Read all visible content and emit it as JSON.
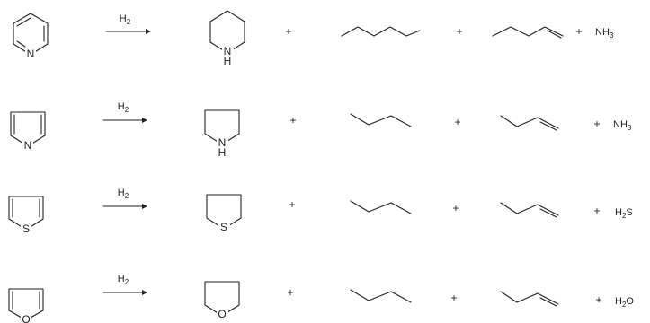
{
  "reactions": [
    {
      "reactant": "pyridine",
      "reactant_heteroatom": "N",
      "reagent": {
        "symbol": "H",
        "sub": "2"
      },
      "ring_product": "piperidine",
      "ring_product_heteroatom": "N",
      "ring_product_hydrogen": "H",
      "alkane": "pentane",
      "alkene": "1-pentene",
      "byproduct": {
        "main": "NH",
        "sub": "3",
        "tail": ""
      }
    },
    {
      "reactant": "pyrrole",
      "reactant_heteroatom": "N",
      "reagent": {
        "symbol": "H",
        "sub": "2"
      },
      "ring_product": "pyrrolidine",
      "ring_product_heteroatom": "N",
      "ring_product_hydrogen": "H",
      "alkane": "butane",
      "alkene": "1-butene",
      "byproduct": {
        "main": "NH",
        "sub": "3",
        "tail": ""
      }
    },
    {
      "reactant": "thiophene",
      "reactant_heteroatom": "S",
      "reagent": {
        "symbol": "H",
        "sub": "2"
      },
      "ring_product": "tetrahydrothiophene",
      "ring_product_heteroatom": "S",
      "alkane": "butane",
      "alkene": "1-butene",
      "byproduct": {
        "main": "H",
        "sub": "2",
        "tail": "S"
      }
    },
    {
      "reactant": "furan",
      "reactant_heteroatom": "O",
      "reagent": {
        "symbol": "H",
        "sub": "2"
      },
      "ring_product": "tetrahydrofuran",
      "ring_product_heteroatom": "O",
      "alkane": "butane",
      "alkene": "1-butene",
      "byproduct": {
        "main": "H",
        "sub": "2",
        "tail": "O"
      }
    }
  ],
  "plus_sign": "+"
}
